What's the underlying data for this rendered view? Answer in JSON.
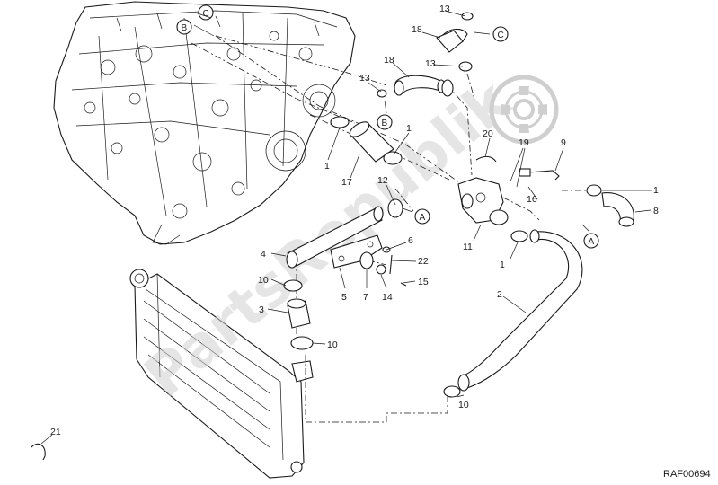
{
  "diagram": {
    "drawing_code": "RAF00694",
    "watermark": "PartsRepublik",
    "part_labels": [
      {
        "id": "l13a",
        "text": "13"
      },
      {
        "id": "l18a",
        "text": "18"
      },
      {
        "id": "l18b",
        "text": "18"
      },
      {
        "id": "l13b",
        "text": "13"
      },
      {
        "id": "l13c",
        "text": "13"
      },
      {
        "id": "l1a",
        "text": "1"
      },
      {
        "id": "l1b",
        "text": "1"
      },
      {
        "id": "l17",
        "text": "17"
      },
      {
        "id": "l20",
        "text": "20"
      },
      {
        "id": "l19",
        "text": "19"
      },
      {
        "id": "l9",
        "text": "9"
      },
      {
        "id": "l16",
        "text": "16"
      },
      {
        "id": "l12",
        "text": "12"
      },
      {
        "id": "l1c",
        "text": "1"
      },
      {
        "id": "l8",
        "text": "8"
      },
      {
        "id": "l11",
        "text": "11"
      },
      {
        "id": "l1d",
        "text": "1"
      },
      {
        "id": "l4",
        "text": "4"
      },
      {
        "id": "l6",
        "text": "6"
      },
      {
        "id": "l22",
        "text": "22"
      },
      {
        "id": "l10a",
        "text": "10"
      },
      {
        "id": "l15",
        "text": "15"
      },
      {
        "id": "l5",
        "text": "5"
      },
      {
        "id": "l7",
        "text": "7"
      },
      {
        "id": "l14",
        "text": "14"
      },
      {
        "id": "l3",
        "text": "3"
      },
      {
        "id": "l2",
        "text": "2"
      },
      {
        "id": "l10b",
        "text": "10"
      },
      {
        "id": "l10c",
        "text": "10"
      },
      {
        "id": "l21",
        "text": "21"
      }
    ],
    "reference_markers": [
      {
        "id": "mC1",
        "text": "C"
      },
      {
        "id": "mB1",
        "text": "B"
      },
      {
        "id": "mC2",
        "text": "C"
      },
      {
        "id": "mB2",
        "text": "B"
      },
      {
        "id": "mA1",
        "text": "A"
      },
      {
        "id": "mA2",
        "text": "A"
      }
    ]
  }
}
